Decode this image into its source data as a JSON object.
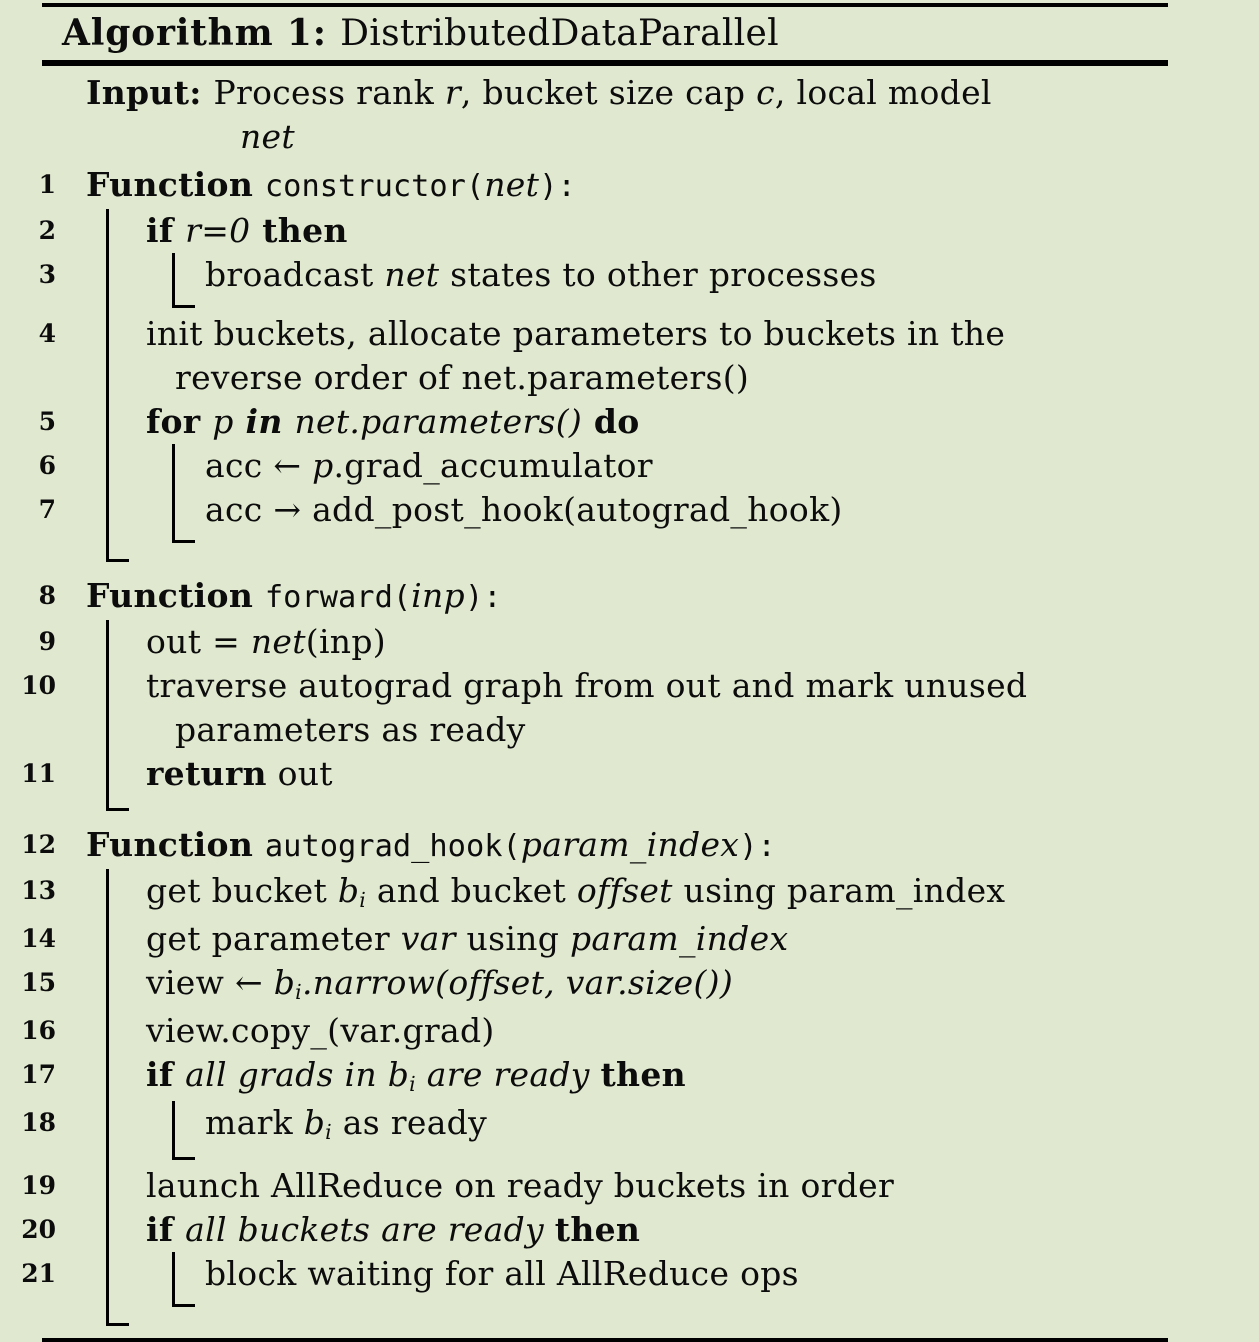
{
  "colors": {
    "background": "#e0e9d0",
    "rule": "#000000",
    "text": "#0c0c0c"
  },
  "title": "Algorithm 1: DistributedDataParallel",
  "lines": {
    "title": {
      "seg": [
        {
          "t": "Algorithm 1: ",
          "s": "kw"
        },
        {
          "t": "DistributedDataParallel",
          "s": "rm"
        }
      ]
    },
    "input1": {
      "seg": [
        {
          "t": "Input: ",
          "s": "kw"
        },
        {
          "t": "Process rank ",
          "s": "rm"
        },
        {
          "t": "r",
          "s": "it"
        },
        {
          "t": ", bucket size cap ",
          "s": "rm"
        },
        {
          "t": "c",
          "s": "it"
        },
        {
          "t": ", local model",
          "s": "rm"
        }
      ]
    },
    "input2": {
      "seg": [
        {
          "t": "net",
          "s": "it"
        }
      ]
    },
    "l1": {
      "num": "1",
      "seg": [
        {
          "t": "Function ",
          "s": "kw"
        },
        {
          "t": "constructor(",
          "s": "tt"
        },
        {
          "t": "net",
          "s": "it"
        },
        {
          "t": "):",
          "s": "tt"
        }
      ]
    },
    "l2": {
      "num": "2",
      "seg": [
        {
          "t": "if ",
          "s": "kw"
        },
        {
          "t": "r=0",
          "s": "it"
        },
        {
          "t": " then",
          "s": "kw"
        }
      ]
    },
    "l3": {
      "num": "3",
      "seg": [
        {
          "t": "broadcast ",
          "s": "rm"
        },
        {
          "t": "net",
          "s": "it"
        },
        {
          "t": " states to other processes",
          "s": "rm"
        }
      ]
    },
    "l4": {
      "num": "4",
      "seg": [
        {
          "t": "init buckets, allocate parameters to buckets in the",
          "s": "rm"
        }
      ]
    },
    "l4b": {
      "seg": [
        {
          "t": "reverse order of net.parameters()",
          "s": "rm"
        }
      ]
    },
    "l5": {
      "num": "5",
      "seg": [
        {
          "t": "for ",
          "s": "kw"
        },
        {
          "t": "p",
          "s": "it"
        },
        {
          "t": " in ",
          "s": "kwit"
        },
        {
          "t": "net.parameters()",
          "s": "it"
        },
        {
          "t": " do",
          "s": "kw"
        }
      ]
    },
    "l6": {
      "num": "6",
      "seg": [
        {
          "t": "acc ← ",
          "s": "rm"
        },
        {
          "t": "p",
          "s": "it"
        },
        {
          "t": ".grad_accumulator",
          "s": "rm"
        }
      ]
    },
    "l7": {
      "num": "7",
      "seg": [
        {
          "t": "acc → add_post_hook(autograd_hook)",
          "s": "rm"
        }
      ]
    },
    "l8": {
      "num": "8",
      "seg": [
        {
          "t": "Function ",
          "s": "kw"
        },
        {
          "t": "forward(",
          "s": "tt"
        },
        {
          "t": "inp",
          "s": "it"
        },
        {
          "t": "):",
          "s": "tt"
        }
      ]
    },
    "l9": {
      "num": "9",
      "seg": [
        {
          "t": "out = ",
          "s": "rm"
        },
        {
          "t": "net",
          "s": "it"
        },
        {
          "t": "(inp)",
          "s": "rm"
        }
      ]
    },
    "l10": {
      "num": "10",
      "seg": [
        {
          "t": "traverse autograd graph from out and mark unused",
          "s": "rm"
        }
      ]
    },
    "l10b": {
      "seg": [
        {
          "t": "parameters as ready",
          "s": "rm"
        }
      ]
    },
    "l11": {
      "num": "11",
      "seg": [
        {
          "t": "return",
          "s": "kw"
        },
        {
          "t": " out",
          "s": "rm"
        }
      ]
    },
    "l12": {
      "num": "12",
      "seg": [
        {
          "t": "Function ",
          "s": "kw"
        },
        {
          "t": "autograd_hook(",
          "s": "tt"
        },
        {
          "t": "param_index",
          "s": "it"
        },
        {
          "t": "):",
          "s": "tt"
        }
      ]
    },
    "l13": {
      "num": "13",
      "seg": [
        {
          "t": "get bucket ",
          "s": "rm"
        },
        {
          "t": "b",
          "s": "it"
        },
        {
          "t": "i",
          "s": "sub"
        },
        {
          "t": " and bucket ",
          "s": "rm"
        },
        {
          "t": "offset",
          "s": "it"
        },
        {
          "t": " using param_index",
          "s": "rm"
        }
      ]
    },
    "l14": {
      "num": "14",
      "seg": [
        {
          "t": "get parameter ",
          "s": "rm"
        },
        {
          "t": "var",
          "s": "it"
        },
        {
          "t": " using ",
          "s": "rm"
        },
        {
          "t": "param_index",
          "s": "it"
        }
      ]
    },
    "l15": {
      "num": "15",
      "seg": [
        {
          "t": "view ← ",
          "s": "rm"
        },
        {
          "t": "b",
          "s": "it"
        },
        {
          "t": "i",
          "s": "sub"
        },
        {
          "t": ".narrow(offset, var.size())",
          "s": "it"
        }
      ]
    },
    "l16": {
      "num": "16",
      "seg": [
        {
          "t": "view.copy_(var.grad)",
          "s": "rm"
        }
      ]
    },
    "l17": {
      "num": "17",
      "seg": [
        {
          "t": "if ",
          "s": "kw"
        },
        {
          "t": "all grads in ",
          "s": "it"
        },
        {
          "t": "b",
          "s": "it"
        },
        {
          "t": "i",
          "s": "sub"
        },
        {
          "t": " are ready ",
          "s": "it"
        },
        {
          "t": "then",
          "s": "kw"
        }
      ]
    },
    "l18": {
      "num": "18",
      "seg": [
        {
          "t": "mark ",
          "s": "rm"
        },
        {
          "t": "b",
          "s": "it"
        },
        {
          "t": "i",
          "s": "sub"
        },
        {
          "t": " as ready",
          "s": "rm"
        }
      ]
    },
    "l19": {
      "num": "19",
      "seg": [
        {
          "t": "launch AllReduce on ready buckets in order",
          "s": "rm"
        }
      ]
    },
    "l20": {
      "num": "20",
      "seg": [
        {
          "t": "if ",
          "s": "kw"
        },
        {
          "t": "all buckets are ready ",
          "s": "it"
        },
        {
          "t": "then",
          "s": "kw"
        }
      ]
    },
    "l21": {
      "num": "21",
      "seg": [
        {
          "t": "block waiting for all AllReduce ops",
          "s": "rm"
        }
      ]
    }
  }
}
